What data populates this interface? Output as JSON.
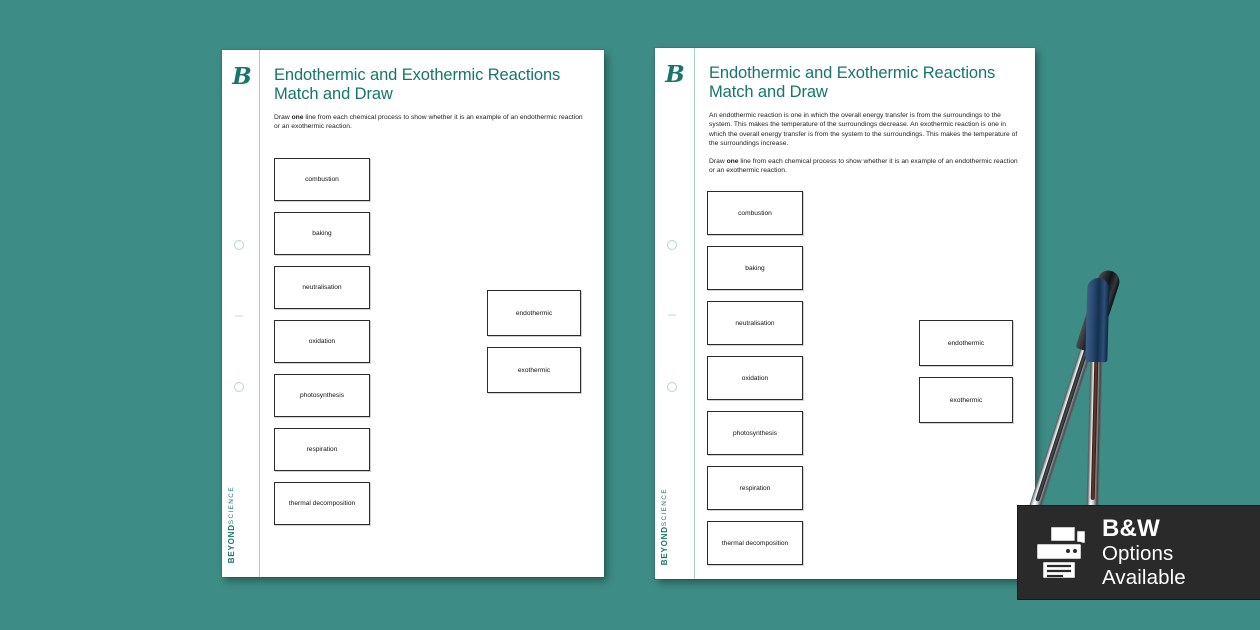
{
  "theme": {
    "background_teal": "#3d8c85",
    "brand_teal": "#15766a",
    "badge_dark": "#2a2a2a",
    "box_border": "#2b2b2b"
  },
  "brand": {
    "logo_glyph": "B",
    "name": "BEYOND",
    "subject": "SCIENCE"
  },
  "worksheet": {
    "title_line1": "Endothermic and Exothermic Reactions",
    "title_line2": "Match and Draw",
    "intro_paragraph": "An endothermic reaction is one in which the overall energy transfer is from the surroundings to the system. This makes the temperature of the surroundings decrease. An exothermic reaction is one in which the overall energy transfer is from the system to the surroundings. This makes the temperature of the surroundings increase.",
    "instruction_pre": "Draw ",
    "instruction_bold": "one",
    "instruction_post": " line from each chemical process to show whether it is an example of an endothermic reaction or an exothermic reaction.",
    "process_boxes": [
      "combustion",
      "baking",
      "neutralisation",
      "oxidation",
      "photosynthesis",
      "respiration",
      "thermal decomposition"
    ],
    "answer_boxes": [
      "endothermic",
      "exothermic"
    ]
  },
  "pages": [
    {
      "id": "page-left",
      "label": "worksheet-page-1",
      "has_intro": false
    },
    {
      "id": "page-right",
      "label": "worksheet-page-2",
      "has_intro": true
    }
  ],
  "badge": {
    "line1": "B&W",
    "line2": "Options Available",
    "icon": "printer-icon"
  },
  "props": {
    "pen_black": "black-ballpoint-pen",
    "pen_blue": "blue-ballpoint-pen"
  }
}
